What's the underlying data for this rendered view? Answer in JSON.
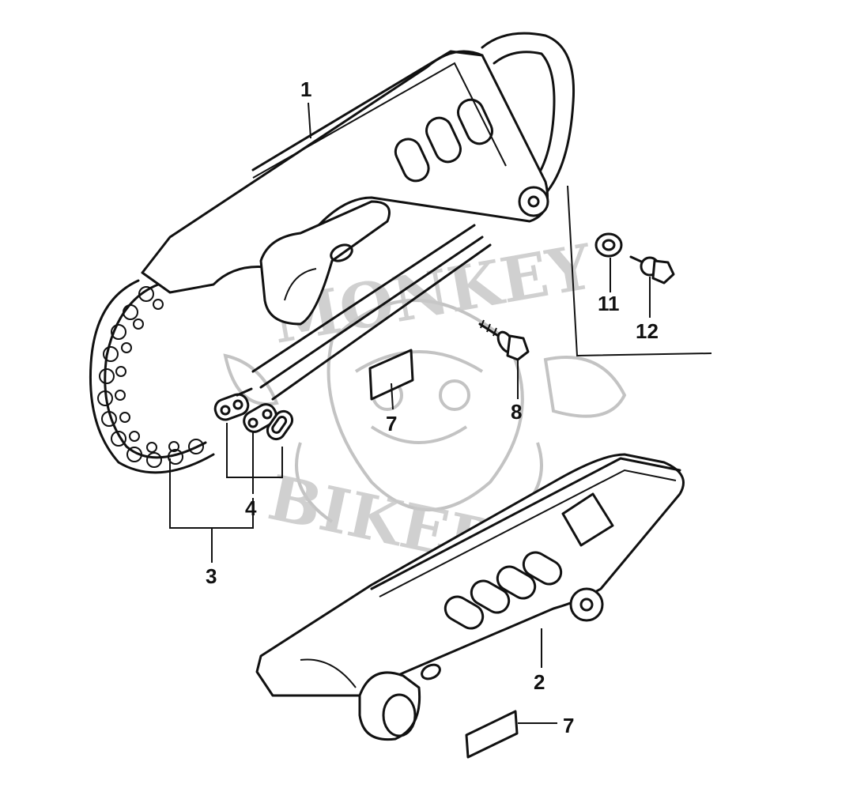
{
  "diagram": {
    "callouts": [
      {
        "id": "c1",
        "text": "1"
      },
      {
        "id": "c2",
        "text": "2"
      },
      {
        "id": "c3",
        "text": "3"
      },
      {
        "id": "c4",
        "text": "4"
      },
      {
        "id": "c7a",
        "text": "7"
      },
      {
        "id": "c7b",
        "text": "7"
      },
      {
        "id": "c8",
        "text": "8"
      },
      {
        "id": "c11",
        "text": "11"
      },
      {
        "id": "c12",
        "text": "12"
      }
    ],
    "watermark_text_top": "MONKEY",
    "watermark_text_bottom": "BIKERS"
  }
}
